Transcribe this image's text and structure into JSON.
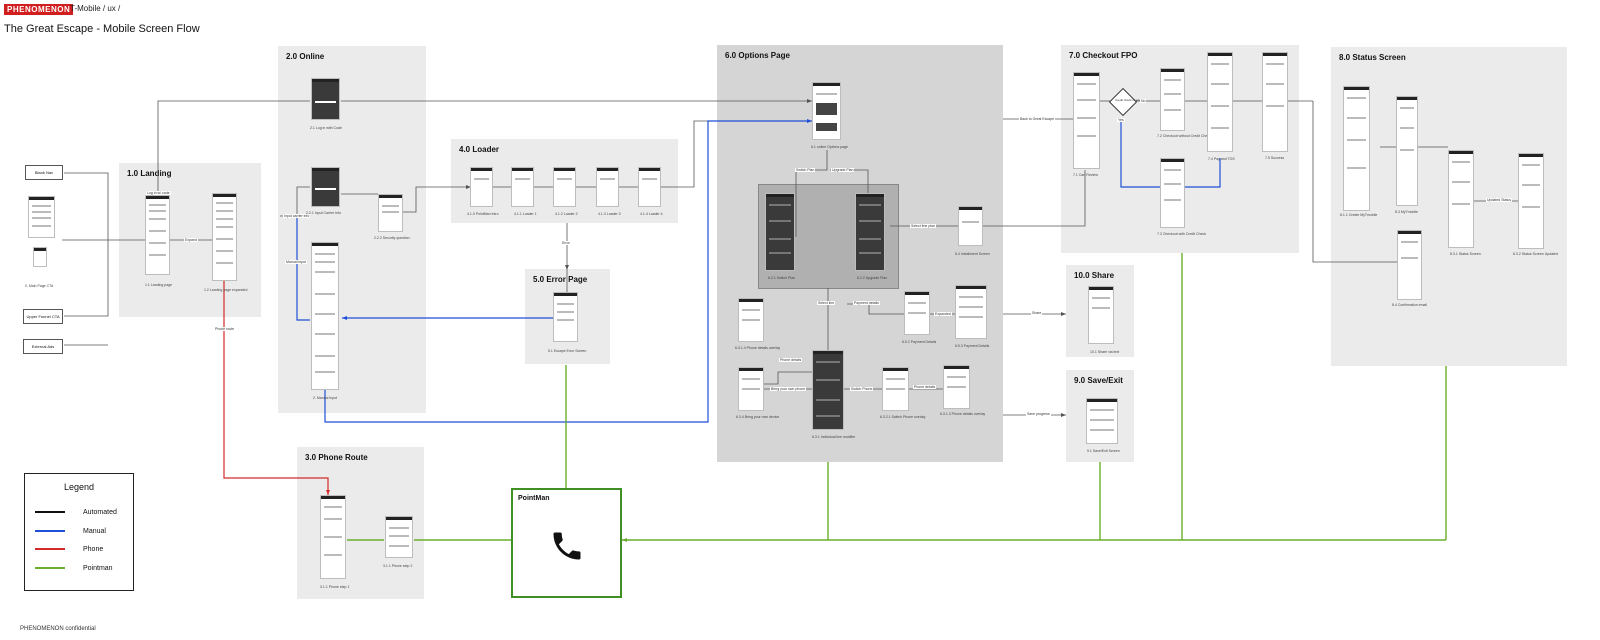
{
  "header": {
    "brand": "PHENOMENON",
    "breadcrumb": "T-Mobile / ux /",
    "title": "The Great Escape - Mobile Screen Flow"
  },
  "footer": "PHENOMENON confidential",
  "sections": {
    "landing": "1.0 Landing",
    "online": "2.0 Online",
    "phone_route": "3.0 Phone Route",
    "loader": "4.0 Loader",
    "error": "5.0 Error Page",
    "options": "6.0 Options Page",
    "checkout": "7.0 Checkout FPO",
    "status": "8.0 Status Screen",
    "save_exit": "9.0 Save/Exit",
    "share": "10.0 Share"
  },
  "entry": {
    "blank": "Blank Nav",
    "upper_funnel": "Upper Funnel CTA",
    "external_ads": "External Ads",
    "main_page": "0. Main Page CTA"
  },
  "captions": {
    "landing_1": "1.1 Landing page",
    "landing_2": "1.2 Landing page expanded",
    "online_1": "2.1 Log in with Code",
    "online_2": "2.2.1 Input Carrier Info",
    "online_3": "2.2.2 Security question",
    "online_4": "2. Manual input",
    "phone_1": "3.1.1 Phone step 1",
    "phone_2": "3.1.1 Phone step 2",
    "loader_1": "4.1.0 PointMan Intro",
    "loader_2": "4.1.1 Loader 1",
    "loader_3": "4.1.2 Loader 2",
    "loader_4": "4.1.3 Loader 3",
    "loader_5": "4.1.4 Loader 4",
    "error_1": "5.1 Escape Error Screen",
    "options_main": "6.1 online Options page",
    "options_switch": "6.2.1 Switch Plan",
    "options_upgrade": "6.2.2 Upgrade Plan",
    "options_install": "6.4 Installment Screen",
    "options_device_overlay": "6.3.1.4 Phone details overlay",
    "options_bring": "6.3.4 Bring your own device",
    "options_individual": "6.3.1 Individual line modifier",
    "options_switch_phone": "6.3.2.1 Switch Phone overlay",
    "options_phone_details": "6.3.1.3 Phone details overlay",
    "options_payment": "6.5.2 Payment Details",
    "options_payment_exp": "6.5.3 Payment Details",
    "checkout_cart": "7.1 Cart Review",
    "checkout_no_credit": "7.2 Checkout without Credit Check",
    "checkout_credit": "7.3 Checkout with Credit Check",
    "checkout_pay": "7.4 Pay and TOS",
    "checkout_success": "7.5 Success",
    "status_1": "8.1.1 Create MyTmobile",
    "status_2": "8.3 MyTmobile",
    "status_3": "8.3.1 Status Screen",
    "status_4": "8.3.2 Status Screen Updated",
    "status_email": "8.4 Confirmation email",
    "share_1": "10.1 Share via text",
    "save_1": "9.1 Save/Exit Screen"
  },
  "edges": {
    "log_in_code": "Log in w/ code",
    "expand": "Expand",
    "input_carrier": "Input carrier info",
    "manual_input": "Manual input",
    "phone_route": "Phone route",
    "error": "Error",
    "switch_plan": "Switch Plan",
    "upgrade_plan": "Upgrade Plan",
    "select_line": "Select line",
    "select_fine_plan": "Select fine plan",
    "payment_details": "Payment details",
    "expanded": "Expanded",
    "phone_details": "Phone details",
    "bring_own": "Bring your own phone",
    "switch_phone": "Switch Phone",
    "phone_details_2": "Phone details",
    "back_to_escape": "Back to Great Escape",
    "share": "Share",
    "save_progress": "Save progress",
    "update_status": "Updated Status",
    "credit_check": "Credit check needed?",
    "yes": "Yes",
    "no": "No"
  },
  "pointman": {
    "title": "PointMan",
    "icon": "phone-icon"
  },
  "legend": {
    "title": "Legend",
    "items": [
      {
        "label": "Automated",
        "color": "#111111"
      },
      {
        "label": "Manual",
        "color": "#1f4fd6"
      },
      {
        "label": "Phone",
        "color": "#d42a2a"
      },
      {
        "label": "Pointman",
        "color": "#6aae2c"
      }
    ]
  }
}
